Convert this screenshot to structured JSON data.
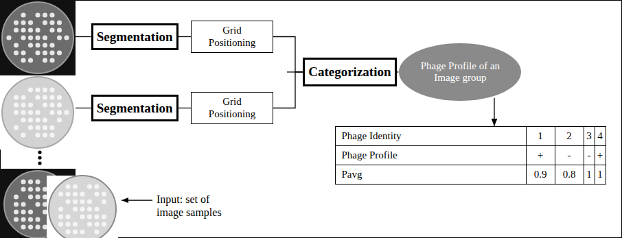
{
  "diagram": {
    "nodes": [
      {
        "text": [
          "Segmentation"
        ]
      },
      {
        "text": [
          "Grid Positioning"
        ]
      },
      {
        "text": [
          "Segmentation"
        ]
      },
      {
        "text": [
          "Grid Positioning"
        ]
      },
      {
        "text": [
          "Categorization"
        ]
      },
      {
        "text": [
          "Phage Profile of an Image group"
        ]
      },
      {
        "text": [
          "Phage Identity",
          "1",
          "2",
          "3",
          "4",
          "Phage Profile",
          "+",
          "-",
          "-",
          "+",
          "Pavg",
          "0.9",
          "0.8",
          "1",
          "1"
        ]
      }
    ],
    "edges": [
      {
        "from": 0,
        "to": 1,
        "arrow": "none"
      },
      {
        "from": 2,
        "to": 3,
        "arrow": "none"
      },
      {
        "from": 1,
        "to": 4,
        "arrow": "none"
      },
      {
        "from": 3,
        "to": 4,
        "arrow": "none"
      },
      {
        "from": 4,
        "to": 5,
        "arrow": "none"
      },
      {
        "from": 5,
        "to": 6,
        "arrow": "to"
      }
    ],
    "labels": [
      "Input: set of image samples"
    ]
  }
}
